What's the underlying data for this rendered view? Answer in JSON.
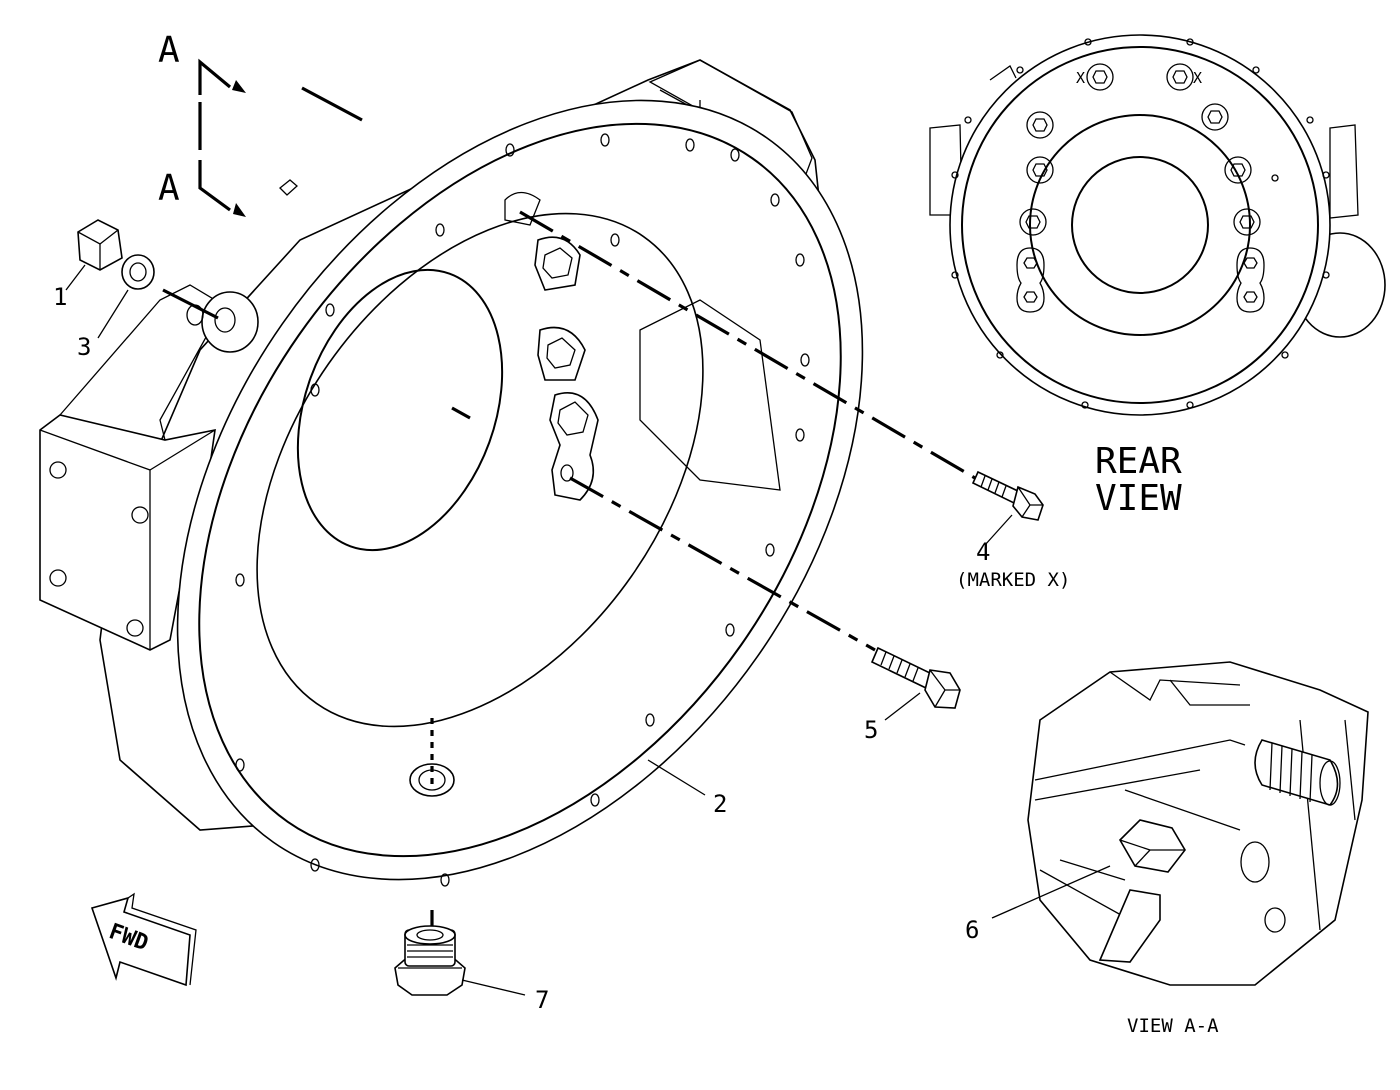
{
  "section_marks": {
    "upper": "A",
    "lower": "A"
  },
  "callouts": {
    "c1": "1",
    "c2": "2",
    "c3": "3",
    "c4": "4",
    "c4_note": "(MARKED X)",
    "c5": "5",
    "c6": "6",
    "c7": "7"
  },
  "rear_view": {
    "line1": "REAR",
    "line2": "VIEW",
    "mark_left": "X",
    "mark_right": "X"
  },
  "view_aa": {
    "caption": "VIEW A-A"
  },
  "fwd_arrow": {
    "label": "FWD"
  }
}
